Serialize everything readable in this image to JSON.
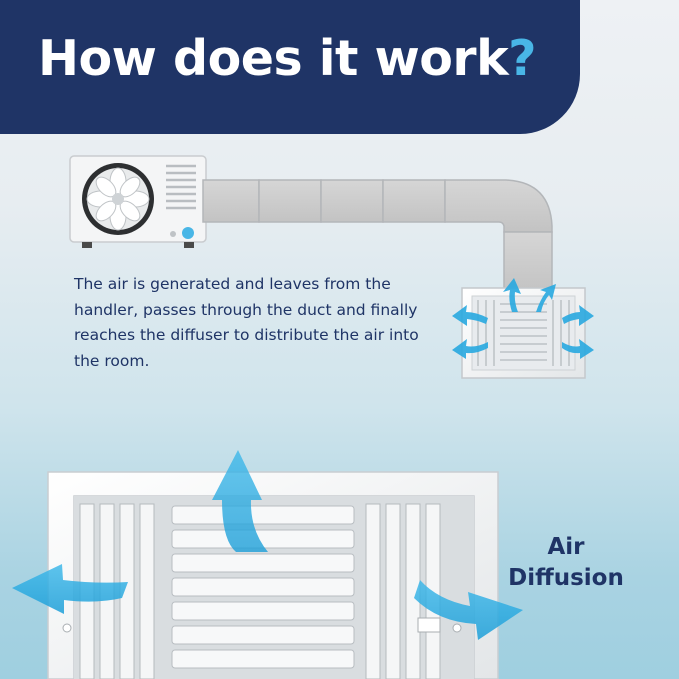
{
  "header": {
    "title": "How does it work",
    "title_mark": "?"
  },
  "description": "The air is generated and leaves from the handler, passes through the duct and finally reaches the diffuser to distribute the air into the room.",
  "air_diffusion_label": {
    "line1": "Air",
    "line2": "Diffusion"
  },
  "illustrations": {
    "top": [
      "air-handler-unit",
      "duct",
      "small-diffuser",
      "airflow-arrows"
    ],
    "bottom": [
      "large-diffuser-grille",
      "airflow-arrows"
    ]
  },
  "colors": {
    "banner": "#1f3466",
    "accent": "#49b6e6",
    "text": "#1f3466",
    "arrow": "#29a9e0"
  }
}
